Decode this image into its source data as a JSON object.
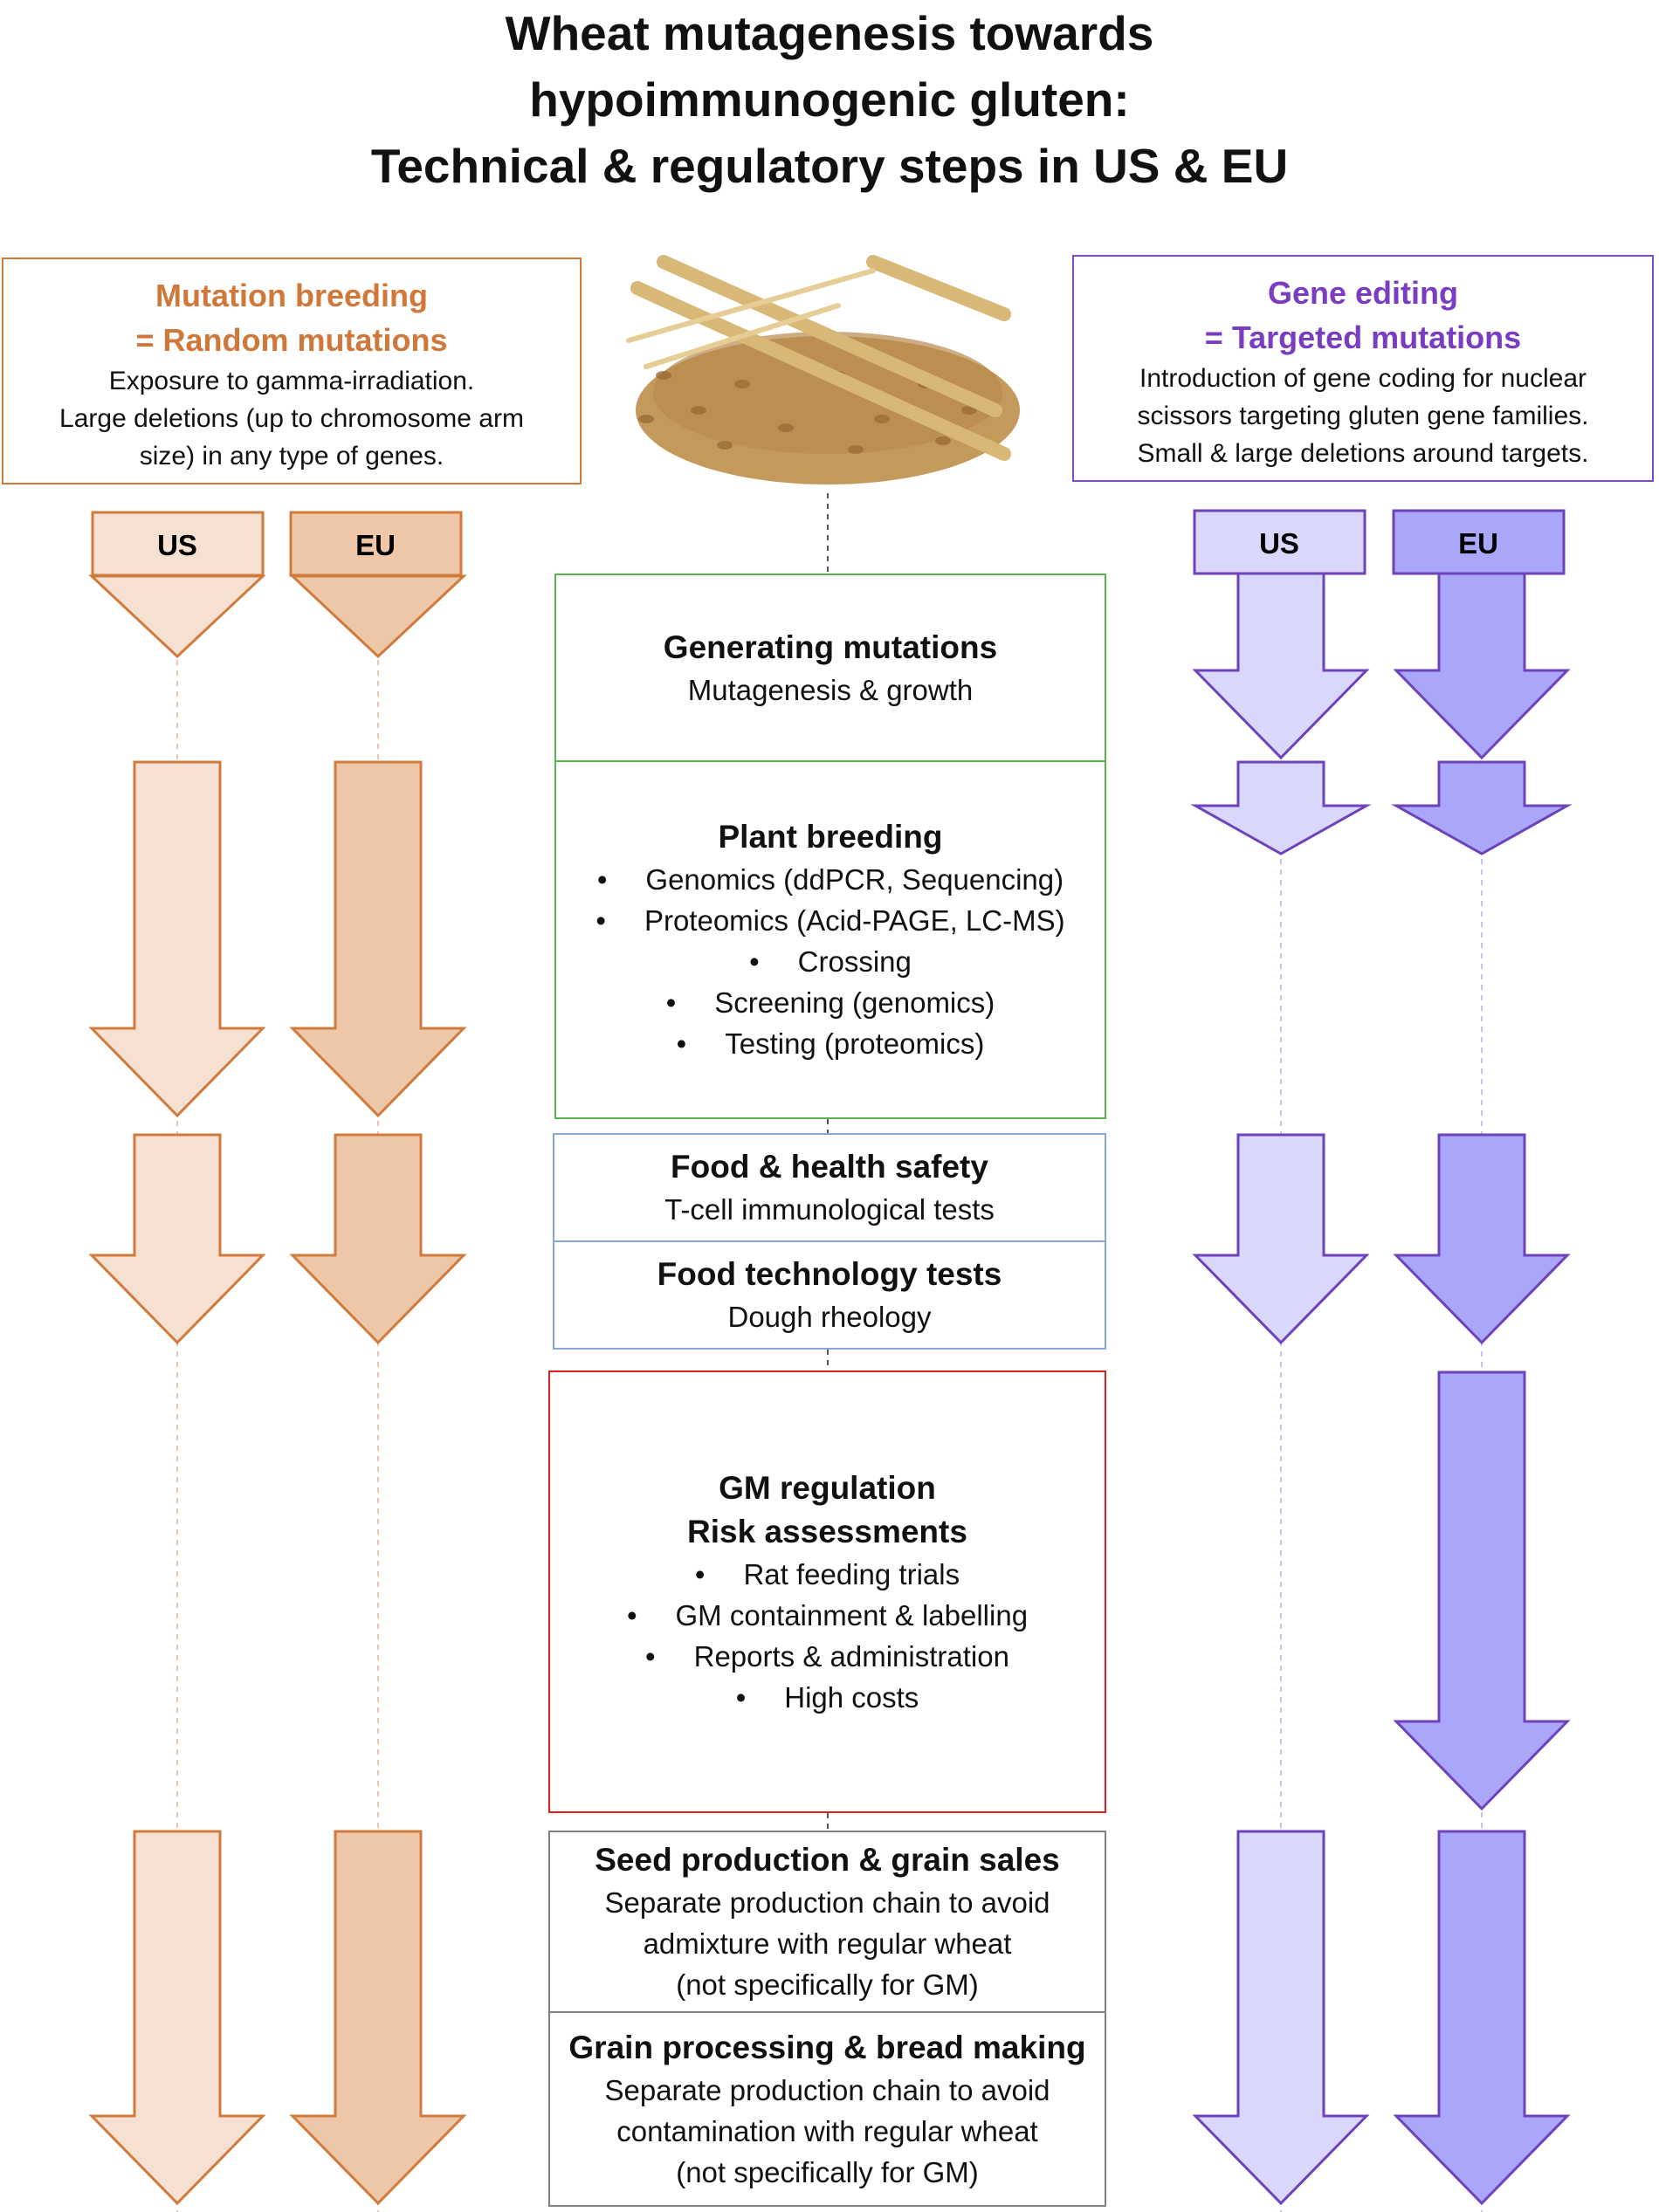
{
  "title": {
    "line1": "Wheat mutagenesis towards",
    "line2": "hypoimmunogenic gluten:",
    "line3": "Technical & regulatory steps in US & EU"
  },
  "left_panel": {
    "heading1": "Mutation breeding",
    "heading2": "= Random mutations",
    "desc": [
      "Exposure to gamma-irradiation.",
      "Large deletions (up to chromosome arm",
      "size) in any type of genes."
    ]
  },
  "right_panel": {
    "heading1": "Gene editing",
    "heading2": "= Targeted mutations",
    "desc": [
      "Introduction of gene coding for nuclear",
      "scissors targeting  gluten gene families.",
      "Small & large deletions around targets."
    ]
  },
  "region_labels": {
    "us": "US",
    "eu": "EU"
  },
  "steps": {
    "generating": {
      "title": "Generating mutations",
      "subtitle": "Mutagenesis & growth"
    },
    "breeding": {
      "title": "Plant breeding",
      "bullets": [
        "Genomics (ddPCR, Sequencing)",
        "Proteomics (Acid-PAGE, LC-MS)",
        "Crossing",
        "Screening (genomics)",
        "Testing (proteomics)"
      ]
    },
    "safety": {
      "title": "Food & health safety",
      "subtitle": "T-cell immunological tests"
    },
    "technology": {
      "title": "Food technology tests",
      "subtitle": "Dough rheology"
    },
    "gm": {
      "title1": "GM regulation",
      "title2": "Risk assessments",
      "bullets": [
        "Rat feeding trials",
        "GM containment & labelling",
        "Reports & administration",
        "High costs"
      ]
    },
    "seed": {
      "title": "Seed production & grain sales",
      "lines": [
        "Separate production chain to avoid",
        "admixture with regular wheat",
        "(not specifically for GM)"
      ]
    },
    "processing": {
      "title": "Grain processing & bread making",
      "lines": [
        "Separate production chain to avoid",
        "contamination with regular wheat",
        "(not specifically for GM)"
      ]
    }
  },
  "colors": {
    "orange_border": "#D07A3C",
    "orange_text": "#D0773A",
    "orange_light": "#F6E0D2",
    "orange_mid": "#EDC7A7",
    "purple_border": "#7D4CC2",
    "purple_text": "#7A3CC0",
    "purple_light": "#D9D7FB",
    "purple_mid": "#AAA6FA",
    "purple_stroke": "#6E42BB",
    "green": "#59B34E",
    "blue": "#86A8D8",
    "red": "#E0201F",
    "gray": "#7F7F7F",
    "wheat": "#C8A165"
  }
}
